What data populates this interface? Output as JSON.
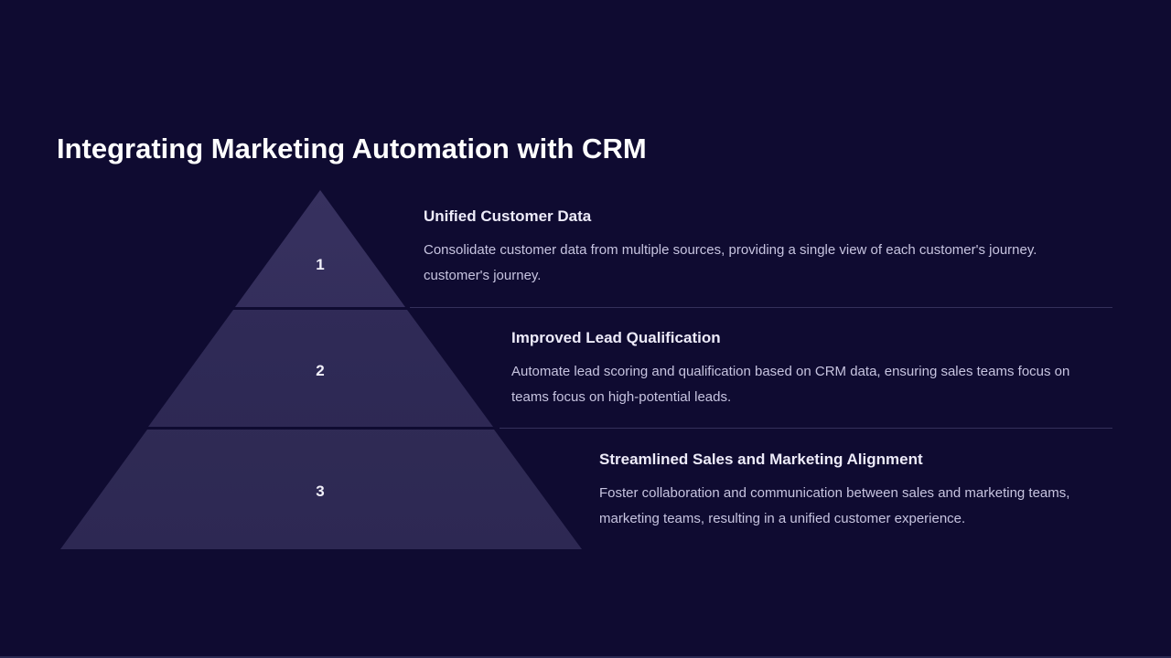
{
  "slide": {
    "title": "Integrating Marketing Automation with CRM"
  },
  "pyramid": {
    "tiers": [
      {
        "number": "1"
      },
      {
        "number": "2"
      },
      {
        "number": "3"
      }
    ]
  },
  "items": [
    {
      "heading": "Unified Customer Data",
      "line1": "Consolidate customer data from multiple sources, providing a single view of each customer's journey.",
      "line2": "customer's journey."
    },
    {
      "heading": "Improved Lead Qualification",
      "line1": "Automate lead scoring and qualification based on CRM data, ensuring sales teams focus on",
      "line2": "teams focus on high-potential leads."
    },
    {
      "heading": "Streamlined Sales and Marketing Alignment",
      "line1": "Foster collaboration and communication between sales and marketing teams,",
      "line2": "marketing teams, resulting in a unified customer experience."
    }
  ],
  "colors": {
    "background": "#0f0b31",
    "tier_fill": "#2e2955",
    "heading_text": "#edebf9",
    "body_text": "#c7c4e0",
    "divider": "#96a0c8"
  }
}
